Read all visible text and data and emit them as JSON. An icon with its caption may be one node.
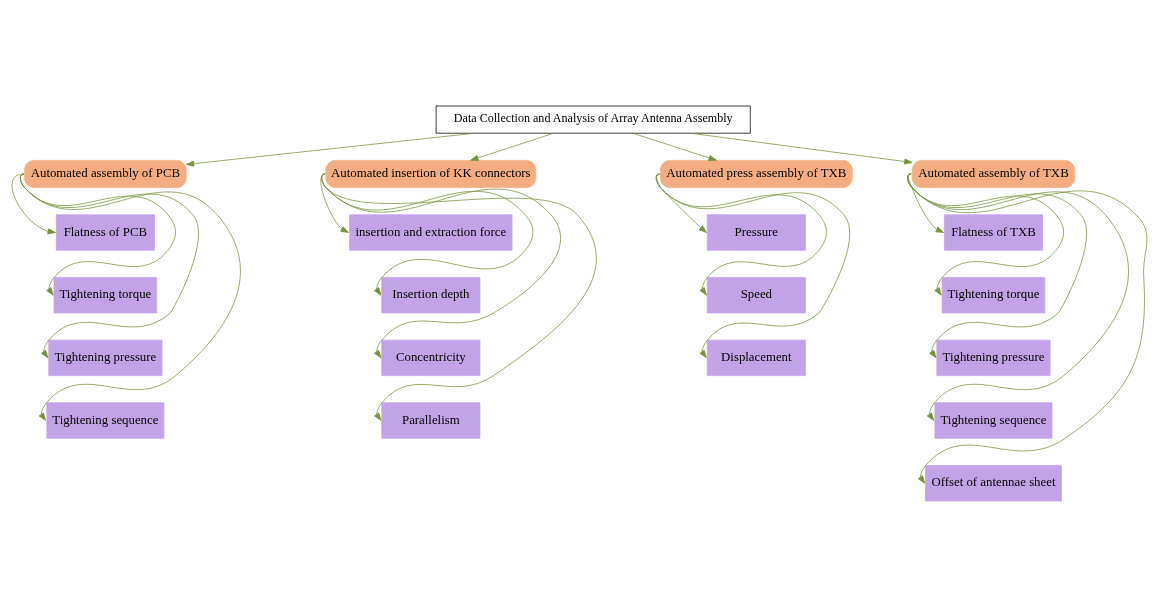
{
  "diagram": {
    "nodes": [
      {
        "text": [
          "Data Collection and Analysis of Array Antenna Assembly"
        ]
      },
      {
        "text": [
          "Automated assembly of PCB"
        ]
      },
      {
        "text": [
          "Flatness of PCB"
        ]
      },
      {
        "text": [
          "Tightening torque"
        ]
      },
      {
        "text": [
          "Tightening pressure"
        ]
      },
      {
        "text": [
          "Tightening sequence"
        ]
      },
      {
        "text": [
          "Automated insertion of KK connectors"
        ]
      },
      {
        "text": [
          "insertion and extraction force"
        ]
      },
      {
        "text": [
          "Insertion depth"
        ]
      },
      {
        "text": [
          "Concentricity"
        ]
      },
      {
        "text": [
          "Parallelism"
        ]
      },
      {
        "text": [
          "Automated press assembly of TXB"
        ]
      },
      {
        "text": [
          "Pressure"
        ]
      },
      {
        "text": [
          "Speed"
        ]
      },
      {
        "text": [
          "Displacement"
        ]
      },
      {
        "text": [
          "Automated assembly of TXB"
        ]
      },
      {
        "text": [
          "Flatness of TXB"
        ]
      },
      {
        "text": [
          "Tightening torque"
        ]
      },
      {
        "text": [
          "Tightening pressure"
        ]
      },
      {
        "text": [
          "Tightening sequence"
        ]
      },
      {
        "text": [
          "Offset of antennae sheet"
        ]
      }
    ],
    "edges": [
      {
        "from": 0,
        "to": 1,
        "arrow": "to"
      },
      {
        "from": 0,
        "to": 6,
        "arrow": "to"
      },
      {
        "from": 0,
        "to": 11,
        "arrow": "to"
      },
      {
        "from": 0,
        "to": 15,
        "arrow": "to"
      },
      {
        "from": 1,
        "to": 2,
        "arrow": "to"
      },
      {
        "from": 1,
        "to": 3,
        "arrow": "to"
      },
      {
        "from": 1,
        "to": 4,
        "arrow": "to"
      },
      {
        "from": 1,
        "to": 5,
        "arrow": "to"
      },
      {
        "from": 6,
        "to": 7,
        "arrow": "to"
      },
      {
        "from": 6,
        "to": 8,
        "arrow": "to"
      },
      {
        "from": 6,
        "to": 9,
        "arrow": "to"
      },
      {
        "from": 6,
        "to": 10,
        "arrow": "to"
      },
      {
        "from": 11,
        "to": 12,
        "arrow": "to"
      },
      {
        "from": 11,
        "to": 13,
        "arrow": "to"
      },
      {
        "from": 11,
        "to": 14,
        "arrow": "to"
      },
      {
        "from": 15,
        "to": 16,
        "arrow": "to"
      },
      {
        "from": 15,
        "to": 17,
        "arrow": "to"
      },
      {
        "from": 15,
        "to": 18,
        "arrow": "to"
      },
      {
        "from": 15,
        "to": 19,
        "arrow": "to"
      },
      {
        "from": 15,
        "to": 20,
        "arrow": "to"
      }
    ]
  }
}
